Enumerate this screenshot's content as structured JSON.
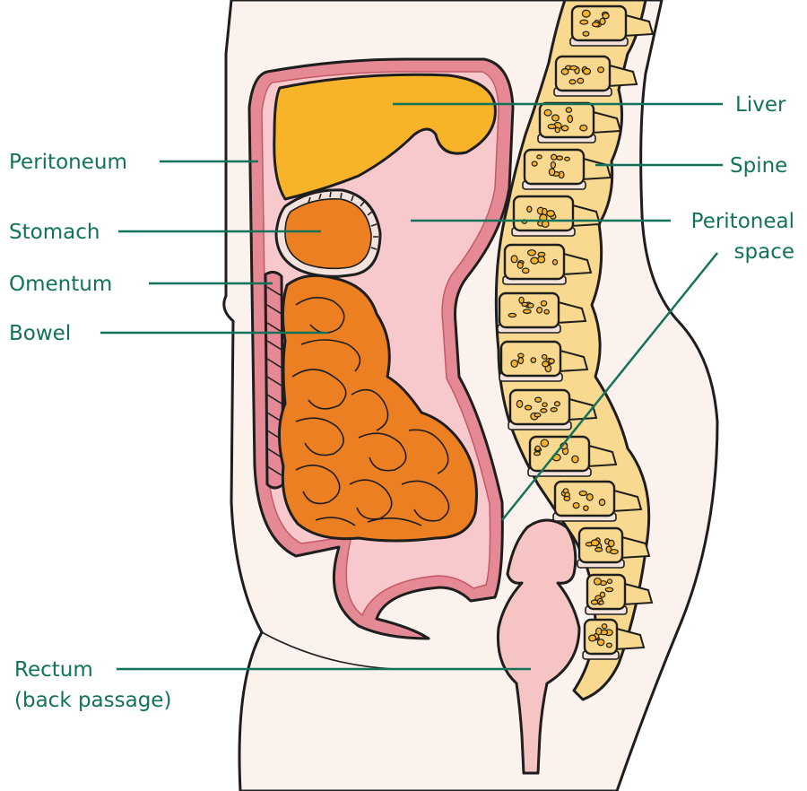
{
  "colors": {
    "label": "#12725a",
    "skin": "#fbf1ed",
    "peritoneum_membrane": "#e58a94",
    "peritoneal_space": "#f8c9cc",
    "liver": "#f7b428",
    "stomach_bowel": "#ec7f22",
    "spine_bone": "#f8d98f",
    "rectum": "#f6c4c3",
    "outline": "#1e1e1e"
  },
  "labels": {
    "peritoneum": "Peritoneum",
    "stomach": "Stomach",
    "omentum": "Omentum",
    "bowel": "Bowel",
    "rectum_line1": "Rectum",
    "rectum_line2": "(back passage)",
    "liver": "Liver",
    "spine": "Spine",
    "peritoneal_space_line1": "Peritoneal",
    "peritoneal_space_line2": "space"
  }
}
